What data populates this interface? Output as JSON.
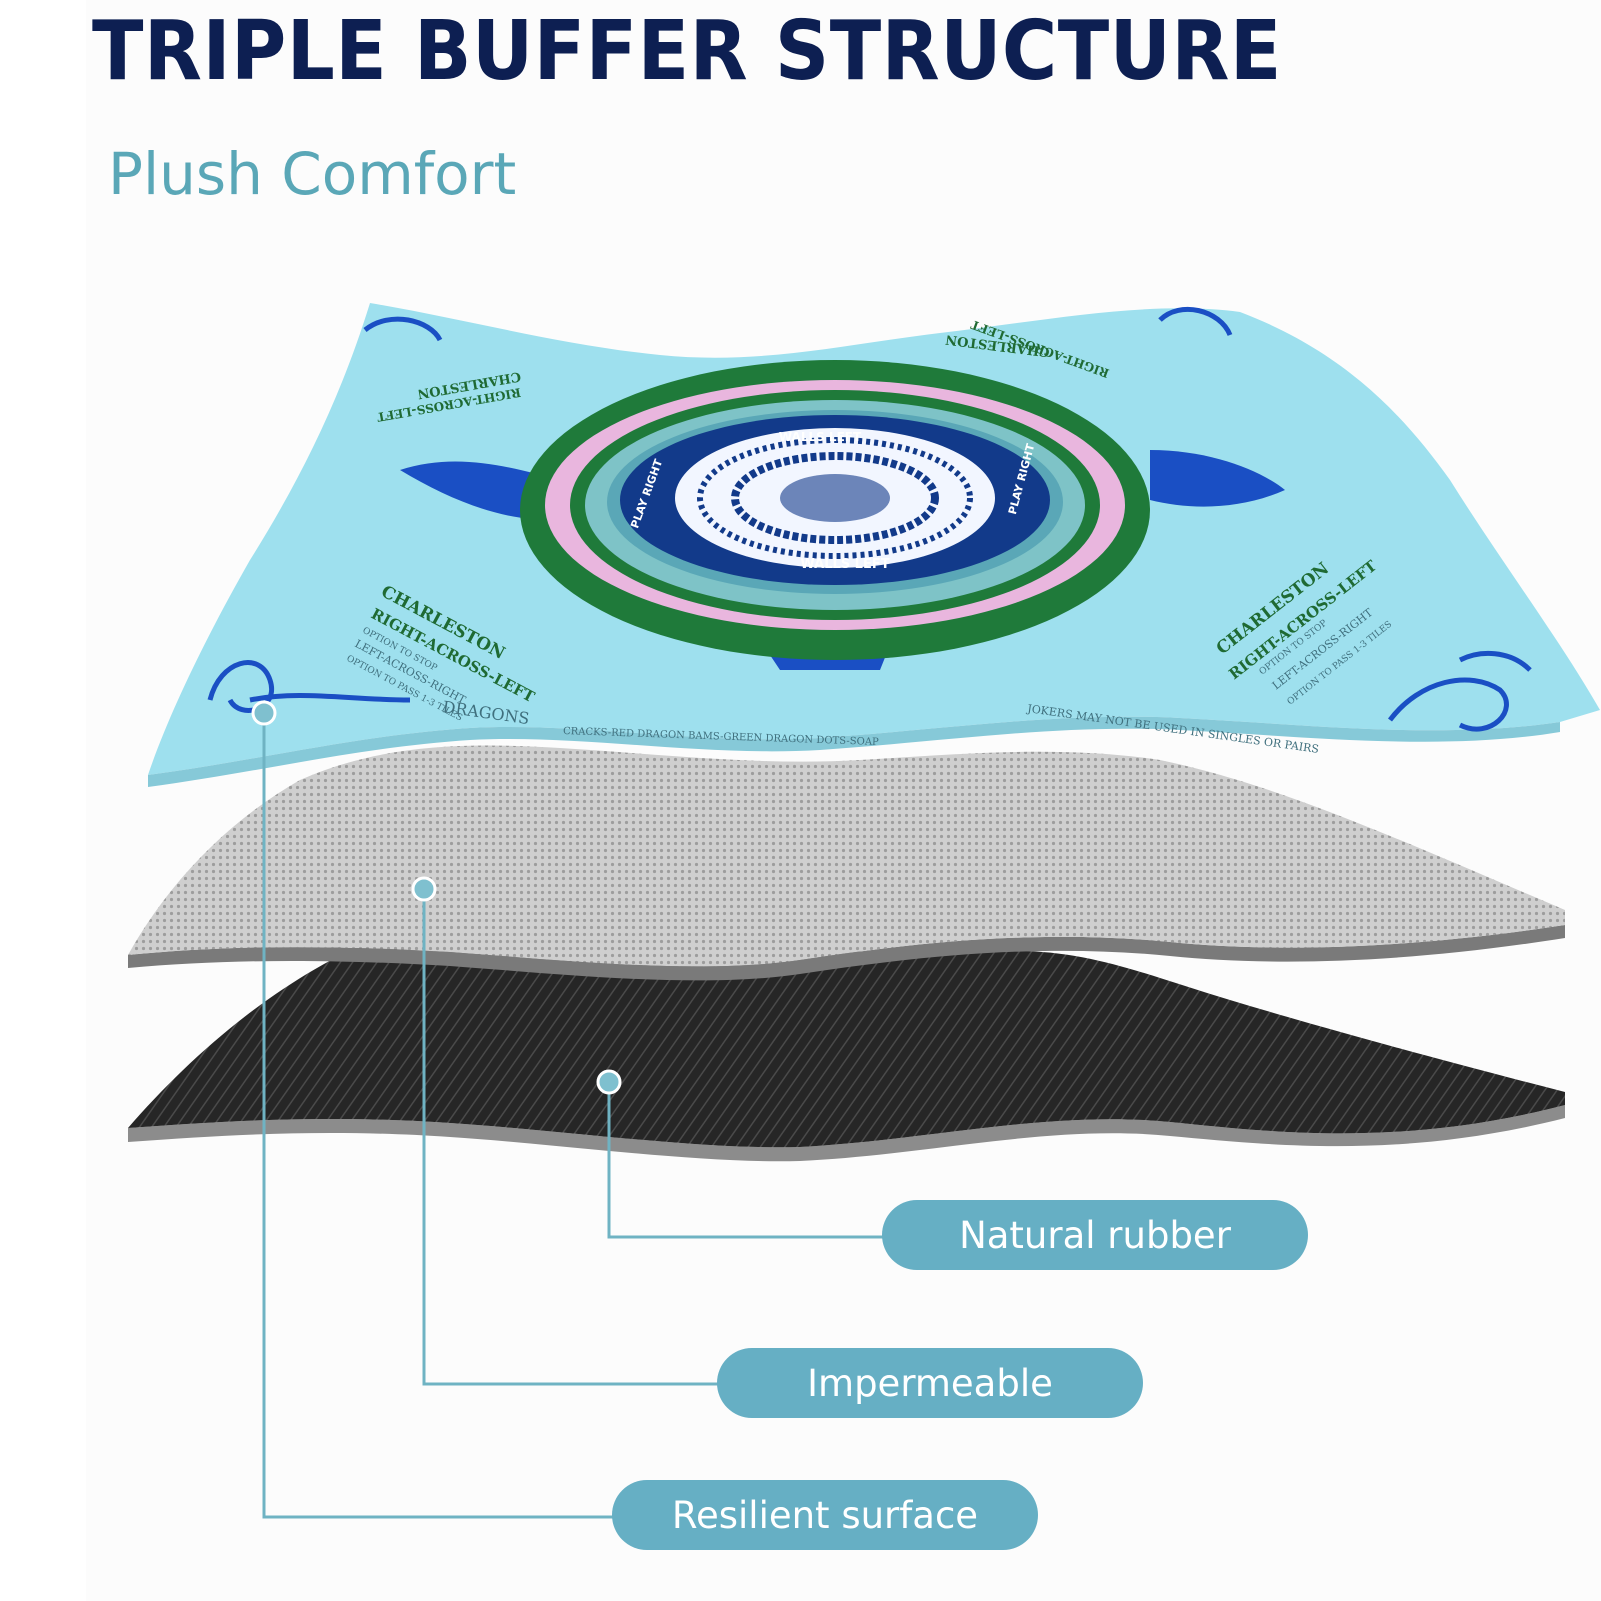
{
  "header": {
    "title": "TRIPLE BUFFER STRUCTURE",
    "subtitle": "Plush Comfort"
  },
  "layers": [
    {
      "label": "Natural rubber"
    },
    {
      "label": "Impermeable"
    },
    {
      "label": "Resilient surface"
    }
  ],
  "mat": {
    "center_top": "WALLS LEFT",
    "center_bottom": "WALLS LEFT",
    "center_left": "PLAY RIGHT",
    "center_right": "PLAY RIGHT",
    "charleston_left_title": "CHARLESTON",
    "charleston_left_sub": "RIGHT-ACROSS-LEFT",
    "charleston_left_l1": "OPTION TO STOP",
    "charleston_left_l2": "LEFT-ACROSS-RIGHT",
    "charleston_left_l3": "OPTION TO PASS 1-3 TILES",
    "charleston_right_title": "CHARLESTON",
    "charleston_right_sub": "RIGHT-ACROSS-LEFT",
    "charleston_right_l1": "OPTION TO STOP",
    "charleston_right_l2": "LEFT-ACROSS-RIGHT",
    "charleston_right_l3": "OPTION TO PASS 1-3 TILES",
    "dragons_label": "DRAGONS",
    "dragons_text": "CRACKS-RED DRAGON BAMS-GREEN DRAGON DOTS-SOAP",
    "jokers_text": "JOKERS MAY NOT BE USED IN SINGLES OR PAIRS",
    "top_left_title": "CHARLESTON",
    "top_left_sub": "RIGHT-ACROSS-LEFT",
    "top_right_title": "CHARLESTON",
    "top_right_sub": "RIGHT-ACROSS-LEFT"
  },
  "colors": {
    "title": "#0d1f52",
    "accent": "#5aa7b7",
    "pill": "#66afc4",
    "mat_top": "#9ee0ee",
    "mat_green": "#1f7a3a",
    "mat_navy": "#123a8a",
    "foam": "#c9c9c9",
    "rubber": "#222222"
  },
  "icons": [
    "floral-ornament-icon",
    "callout-dot-icon"
  ]
}
